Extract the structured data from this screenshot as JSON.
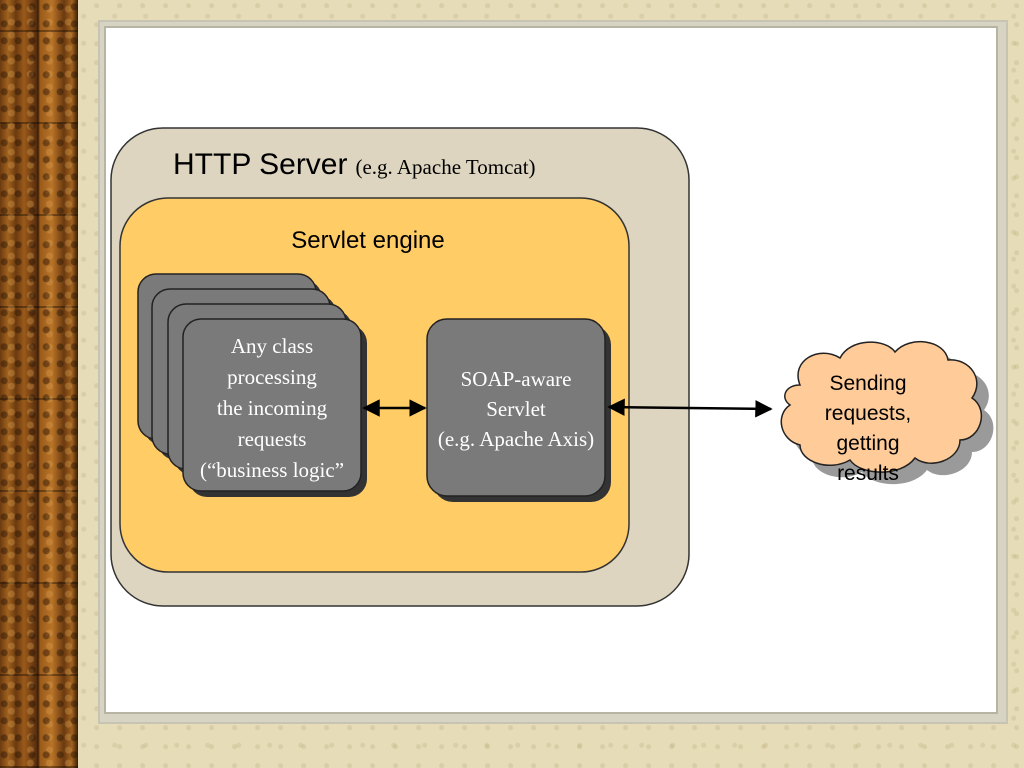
{
  "http_server": {
    "title": "HTTP Server",
    "subtitle": "(e.g. Apache Tomcat)"
  },
  "servlet_engine": {
    "label": "Servlet engine"
  },
  "business_logic": {
    "lines": [
      "Any class",
      "processing",
      "the incoming",
      "requests",
      "(“business logic”"
    ]
  },
  "soap_servlet": {
    "lines": [
      "SOAP-aware",
      "Servlet",
      "(e.g. Apache Axis)"
    ]
  },
  "client_cloud": {
    "lines": [
      "Sending",
      "requests,",
      "getting",
      "results"
    ]
  },
  "colors": {
    "http_server_fill": "#ddd5c0",
    "servlet_engine_fill": "#ffcc66",
    "box_fill": "#7a7a7a",
    "cloud_fill": "#ffcc99"
  }
}
